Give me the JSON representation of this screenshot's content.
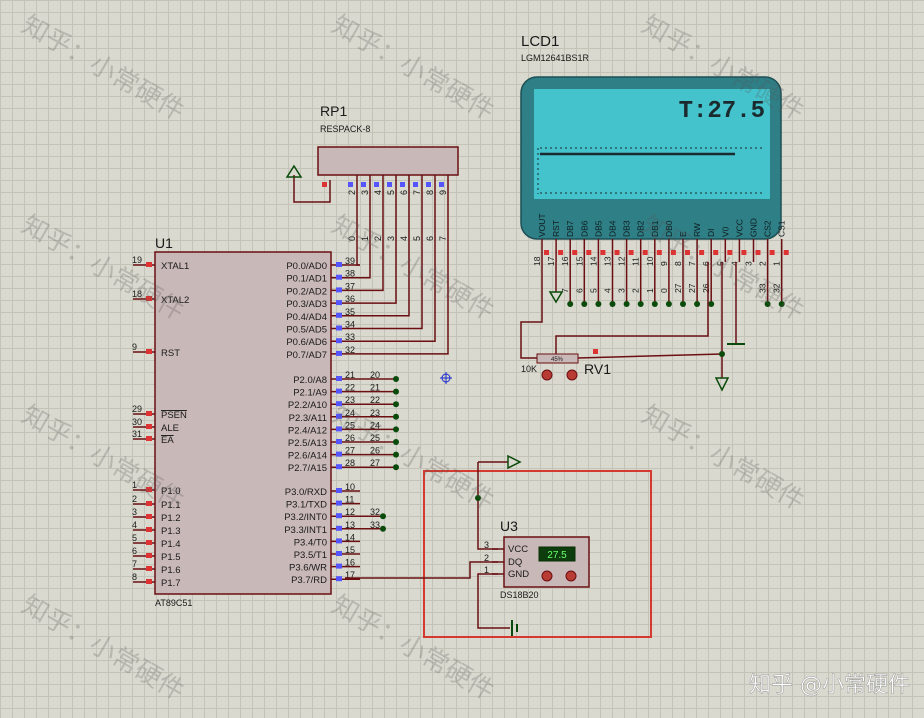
{
  "mcu": {
    "ref": "U1",
    "part": "AT89C51",
    "left_pins": [
      {
        "num": "19",
        "name": "XTAL1"
      },
      {
        "num": "18",
        "name": "XTAL2"
      },
      {
        "num": "9",
        "name": "RST"
      },
      {
        "num": "29",
        "name": "PSEN"
      },
      {
        "num": "30",
        "name": "ALE"
      },
      {
        "num": "31",
        "name": "EA"
      },
      {
        "num": "1",
        "name": "P1.0"
      },
      {
        "num": "2",
        "name": "P1.1"
      },
      {
        "num": "3",
        "name": "P1.2"
      },
      {
        "num": "4",
        "name": "P1.3"
      },
      {
        "num": "5",
        "name": "P1.4"
      },
      {
        "num": "6",
        "name": "P1.5"
      },
      {
        "num": "7",
        "name": "P1.6"
      },
      {
        "num": "8",
        "name": "P1.7"
      }
    ],
    "p0_pins": [
      {
        "name": "P0.0/AD0",
        "num": "39"
      },
      {
        "name": "P0.1/AD1",
        "num": "38"
      },
      {
        "name": "P0.2/AD2",
        "num": "37"
      },
      {
        "name": "P0.3/AD3",
        "num": "36"
      },
      {
        "name": "P0.4/AD4",
        "num": "35"
      },
      {
        "name": "P0.5/AD5",
        "num": "34"
      },
      {
        "name": "P0.6/AD6",
        "num": "33"
      },
      {
        "name": "P0.7/AD7",
        "num": "32"
      }
    ],
    "p2_pins": [
      {
        "name": "P2.0/A8",
        "num": "21",
        "net": "20"
      },
      {
        "name": "P2.1/A9",
        "num": "22",
        "net": "21"
      },
      {
        "name": "P2.2/A10",
        "num": "23",
        "net": "22"
      },
      {
        "name": "P2.3/A11",
        "num": "24",
        "net": "23"
      },
      {
        "name": "P2.4/A12",
        "num": "25",
        "net": "24"
      },
      {
        "name": "P2.5/A13",
        "num": "26",
        "net": "25"
      },
      {
        "name": "P2.6/A14",
        "num": "27",
        "net": "26"
      },
      {
        "name": "P2.7/A15",
        "num": "28",
        "net": "27"
      }
    ],
    "p3_pins": [
      {
        "name": "P3.0/RXD",
        "num": "10",
        "net": ""
      },
      {
        "name": "P3.1/TXD",
        "num": "11",
        "net": ""
      },
      {
        "name": "P3.2/INT0",
        "num": "12",
        "net": "32"
      },
      {
        "name": "P3.3/INT1",
        "num": "13",
        "net": "33"
      },
      {
        "name": "P3.4/T0",
        "num": "14",
        "net": ""
      },
      {
        "name": "P3.5/T1",
        "num": "15",
        "net": ""
      },
      {
        "name": "P3.6/WR",
        "num": "16",
        "net": ""
      },
      {
        "name": "P3.7/RD",
        "num": "17",
        "net": ""
      }
    ]
  },
  "rp1": {
    "ref": "RP1",
    "part": "RESPACK-8",
    "pins": [
      "2",
      "3",
      "4",
      "5",
      "6",
      "7",
      "8",
      "9"
    ],
    "bus_labels": [
      "0",
      "1",
      "2",
      "3",
      "4",
      "5",
      "6",
      "7"
    ]
  },
  "lcd": {
    "ref": "LCD1",
    "part": "LGM12641BS1R",
    "display_text": "T:27.5",
    "pin_names": [
      "VOUT",
      "RST",
      "DB7",
      "DB6",
      "DB5",
      "DB4",
      "DB3",
      "DB2",
      "DB1",
      "DB0",
      "E",
      "RW",
      "DI",
      "V0",
      "VCC",
      "GND",
      "CS2",
      "CS1"
    ],
    "pin_nums": [
      "18",
      "17",
      "16",
      "15",
      "14",
      "13",
      "12",
      "11",
      "10",
      "9",
      "8",
      "7",
      "6",
      "5",
      "4",
      "3",
      "2",
      "1"
    ],
    "net_labels": [
      "7",
      "6",
      "5",
      "4",
      "3",
      "2",
      "1",
      "0",
      "27",
      "27",
      "26",
      "33",
      "32"
    ]
  },
  "rv1": {
    "ref": "RV1",
    "value": "10K",
    "percent": "45%"
  },
  "sensor": {
    "ref": "U3",
    "part": "DS18B20",
    "pins": [
      {
        "num": "3",
        "name": "VCC"
      },
      {
        "num": "2",
        "name": "DQ"
      },
      {
        "num": "1",
        "name": "GND"
      }
    ],
    "reading": "27.5"
  },
  "watermark": {
    "text": "知乎：小常硬件",
    "corner": "知乎 @小常硬件"
  },
  "colors": {
    "wire": "#6b0f12",
    "body": "#c8b7b7",
    "lcd_frame": "#2f7f86",
    "lcd_screen": "#43c2cc",
    "highlight": "#d43a2f",
    "junction": "#0a4a0a",
    "pin": "#d33"
  }
}
